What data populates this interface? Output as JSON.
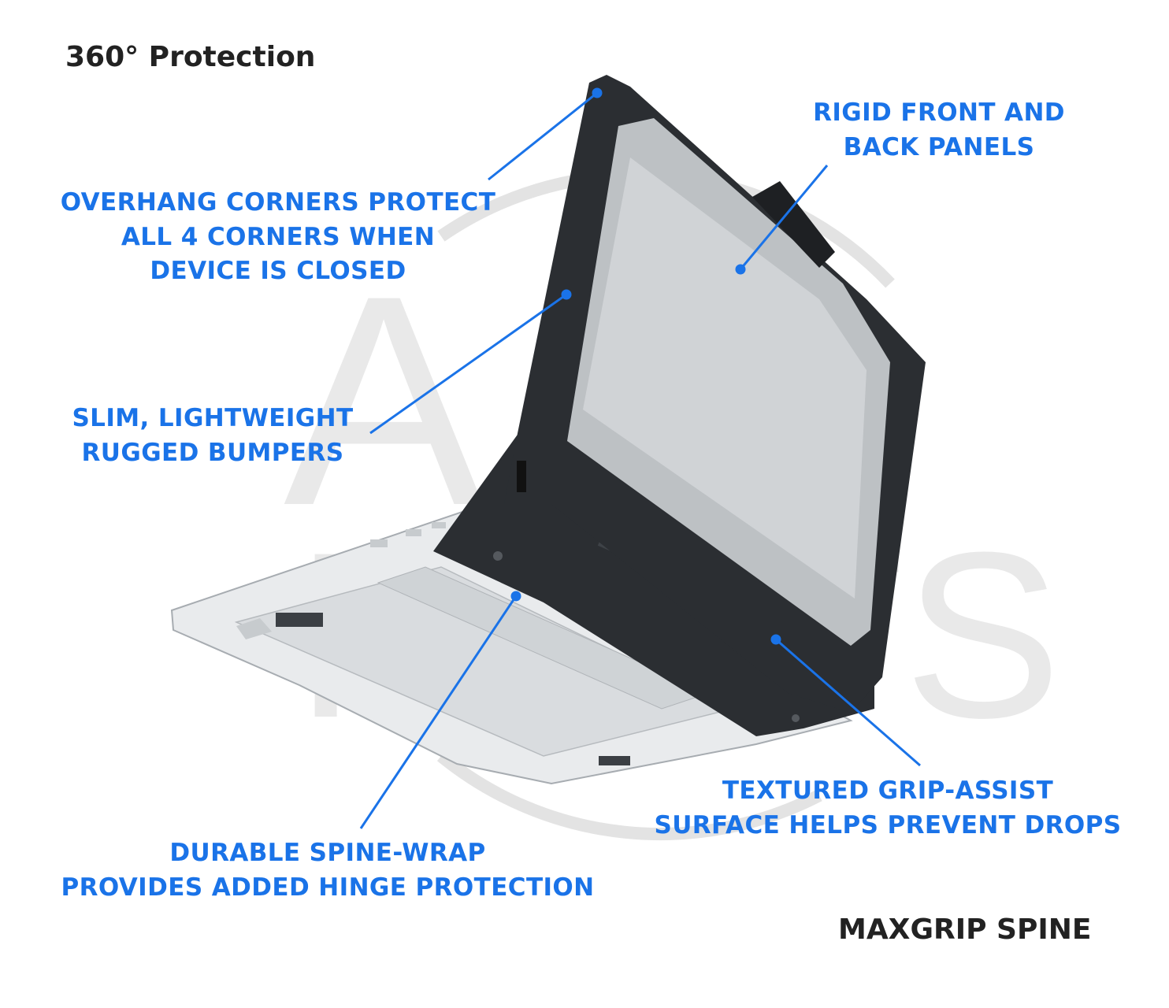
{
  "heading": "360° Protection",
  "footer_label": "MAXGRIP SPINE",
  "watermark": "AGI PARTS",
  "accent_color": "#1a73e8",
  "callouts": {
    "overhang": [
      "OVERHANG CORNERS PROTECT",
      "ALL 4 CORNERS WHEN",
      "DEVICE IS CLOSED"
    ],
    "rigid": [
      "RIGID FRONT AND",
      "BACK PANELS"
    ],
    "slim": [
      "SLIM, LIGHTWEIGHT",
      "RUGGED BUMPERS"
    ],
    "textured": [
      "TEXTURED GRIP-ASSIST",
      "SURFACE HELPS PREVENT DROPS"
    ],
    "spine": [
      "DURABLE SPINE-WRAP",
      "PROVIDES ADDED HINGE PROTECTION"
    ]
  }
}
